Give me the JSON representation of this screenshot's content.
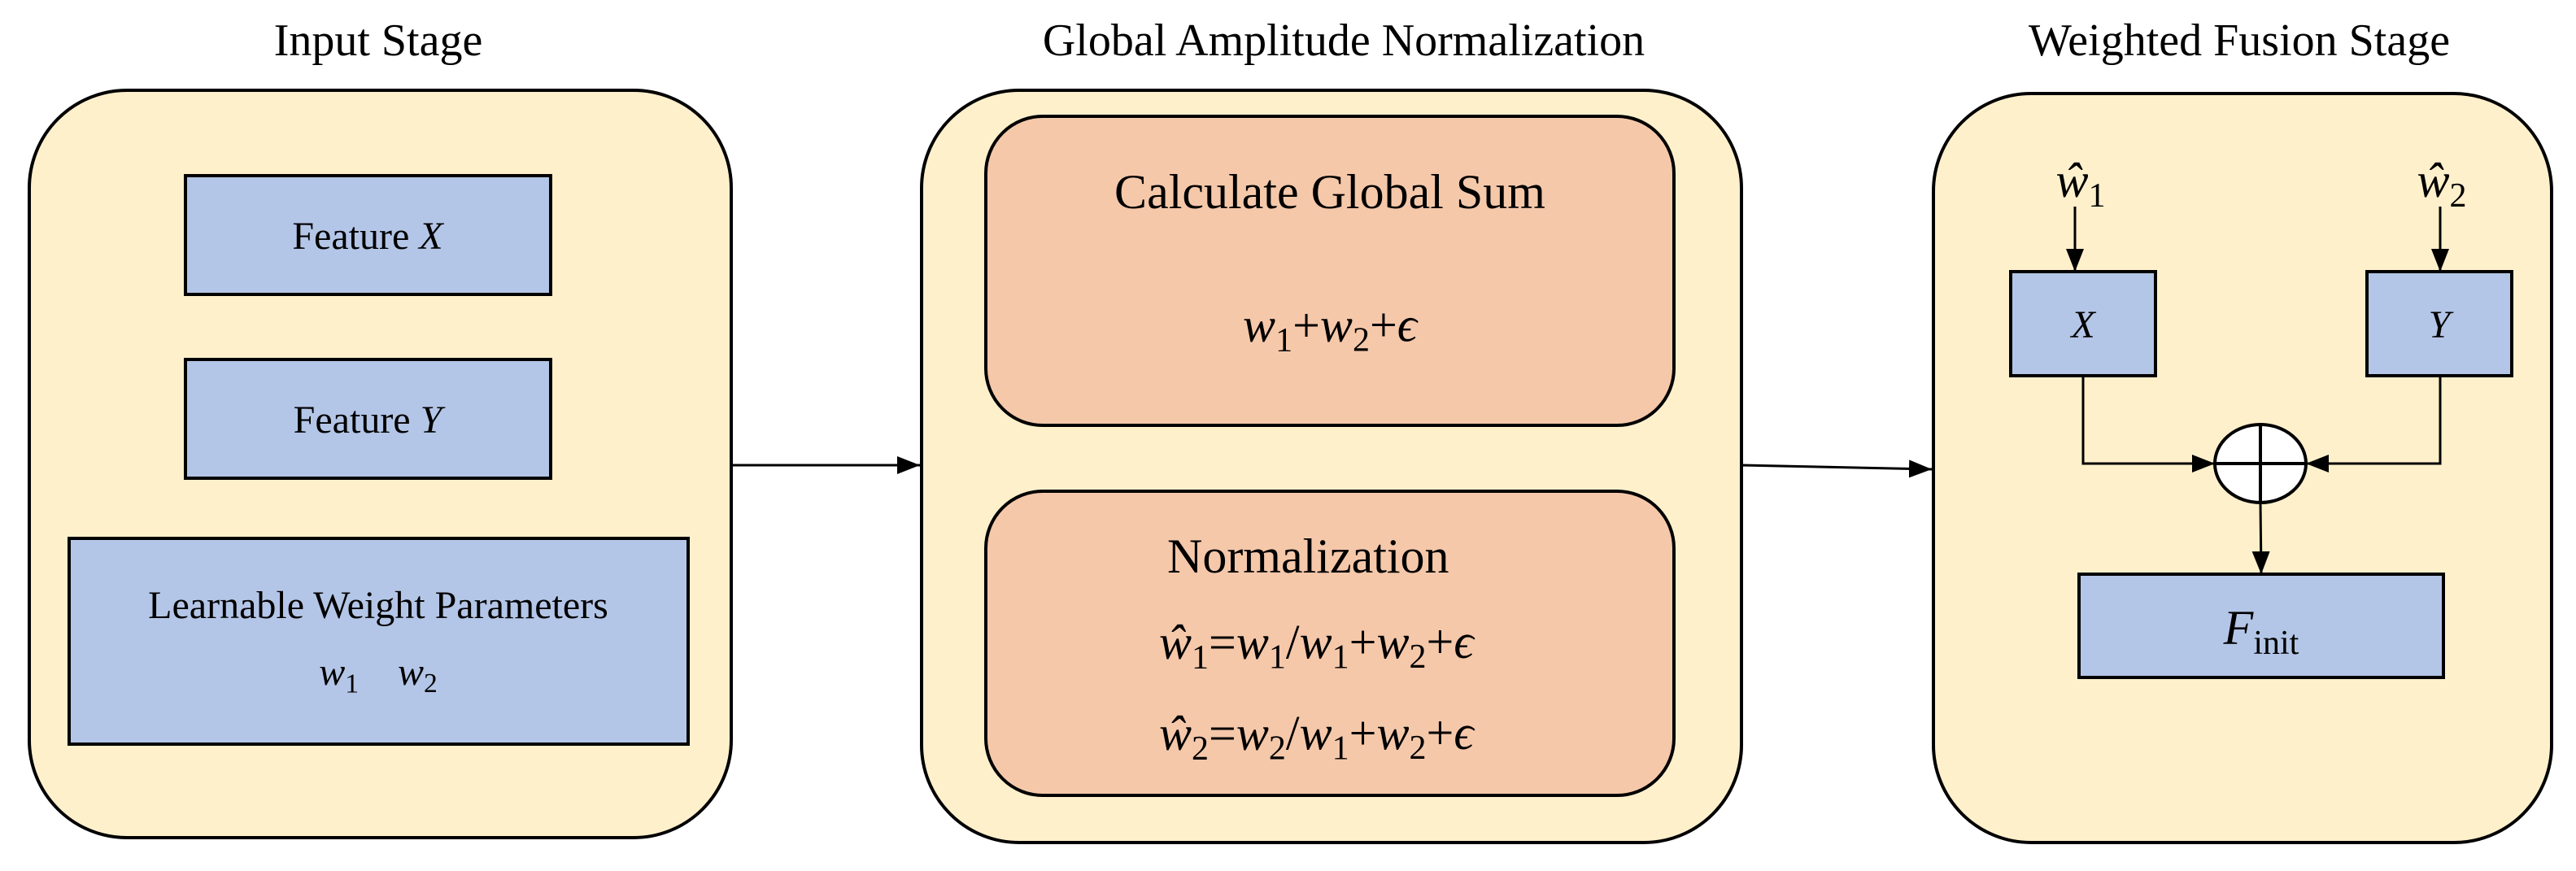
{
  "stages": {
    "input": {
      "title": "Input Stage",
      "feature_x": [
        {
          "t": "Feature "
        },
        {
          "t": "X",
          "i": true
        }
      ],
      "feature_y": [
        {
          "t": "Feature "
        },
        {
          "t": "Y",
          "i": true
        }
      ],
      "weights_label": "Learnable Weight Parameters",
      "weights": [
        {
          "t": "w",
          "i": true
        },
        {
          "t": "1",
          "sub": true
        },
        {
          "t": "    "
        },
        {
          "t": "w",
          "i": true
        },
        {
          "t": "2",
          "sub": true
        }
      ]
    },
    "normalization": {
      "title": "Global Amplitude Normalization",
      "sum_title": "Calculate Global Sum",
      "sum_formula": [
        {
          "t": "w",
          "i": true
        },
        {
          "t": "1",
          "sub": true
        },
        {
          "t": "+"
        },
        {
          "t": "w",
          "i": true
        },
        {
          "t": "2",
          "sub": true
        },
        {
          "t": "+"
        },
        {
          "t": "ϵ",
          "i": true
        }
      ],
      "norm_title": "Normalization",
      "norm_formula_1": [
        {
          "t": "ŵ",
          "i": true
        },
        {
          "t": "1",
          "sub": true
        },
        {
          "t": "="
        },
        {
          "t": "w",
          "i": true
        },
        {
          "t": "1",
          "sub": true
        },
        {
          "t": "/"
        },
        {
          "t": "w",
          "i": true
        },
        {
          "t": "1",
          "sub": true
        },
        {
          "t": "+"
        },
        {
          "t": "w",
          "i": true
        },
        {
          "t": "2",
          "sub": true
        },
        {
          "t": "+"
        },
        {
          "t": "ϵ",
          "i": true
        }
      ],
      "norm_formula_2": [
        {
          "t": "ŵ",
          "i": true
        },
        {
          "t": "2",
          "sub": true
        },
        {
          "t": "="
        },
        {
          "t": "w",
          "i": true
        },
        {
          "t": "2",
          "sub": true
        },
        {
          "t": "/"
        },
        {
          "t": "w",
          "i": true
        },
        {
          "t": "1",
          "sub": true
        },
        {
          "t": "+"
        },
        {
          "t": "w",
          "i": true
        },
        {
          "t": "2",
          "sub": true
        },
        {
          "t": "+"
        },
        {
          "t": "ϵ",
          "i": true
        }
      ]
    },
    "fusion": {
      "title": "Weighted Fusion Stage",
      "w1_hat": [
        {
          "t": "ŵ",
          "i": true
        },
        {
          "t": "1",
          "sub": true
        }
      ],
      "w2_hat": [
        {
          "t": "ŵ",
          "i": true
        },
        {
          "t": "2",
          "sub": true
        }
      ],
      "x_box": [
        {
          "t": "X",
          "i": true
        }
      ],
      "y_box": [
        {
          "t": "Y",
          "i": true
        }
      ],
      "output": [
        {
          "t": "F",
          "i": true
        },
        {
          "t": "init",
          "sub": true
        }
      ]
    }
  },
  "colors": {
    "panel": "#FFF0CC",
    "feature_box": "#B4C6E7",
    "calc_box": "#F5C8AA"
  }
}
